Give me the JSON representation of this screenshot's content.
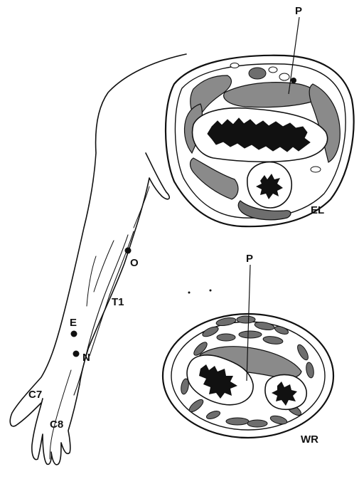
{
  "labels": {
    "p_top": "P",
    "el": "EL",
    "p_bottom": "P",
    "wr": "WR",
    "o": "O",
    "t1": "T1",
    "e": "E",
    "n": "N",
    "c7": "C7",
    "c8": "C8"
  },
  "colors": {
    "ink": "#111111",
    "muscle": "#8a8a8a",
    "muscle_dark": "#6e6e6e",
    "tissue": "#ffffff",
    "background": "#ffffff"
  }
}
